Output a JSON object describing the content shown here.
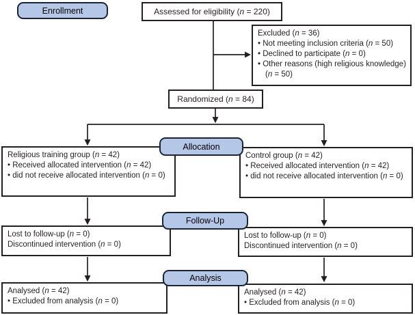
{
  "diagram": {
    "type": "consort-flow",
    "stage_labels": {
      "enrollment": "Enrollment",
      "allocation": "Allocation",
      "followup": "Follow-Up",
      "analysis": "Analysis"
    },
    "boxes": {
      "assessed": {
        "text": "Assessed for eligibility (n = 220)"
      },
      "excluded": {
        "title": "Excluded (n = 36)",
        "bullets": [
          "Not meeting inclusion criteria (n = 50)",
          "Declined to participate (n = 0)",
          "Other reasons (high religious knowledge) (n = 50)"
        ]
      },
      "randomized": {
        "text": "Randomized (n = 84)"
      },
      "allocation_left": {
        "title": "Religious training group (n = 42)",
        "bullets": [
          "Received allocated intervention (n = 42)",
          "did not receive allocated intervention (n = 0)"
        ]
      },
      "allocation_right": {
        "title": "Control group (n = 42)",
        "bullets": [
          "Received allocated intervention (n = 42)",
          "did not receive allocated intervention (n = 0)"
        ]
      },
      "followup_left": {
        "line1": "Lost to follow-up (n = 0)",
        "line2": "Discontinued intervention (n = 0)"
      },
      "followup_right": {
        "line1": "Lost to follow-up (n = 0)",
        "line2": "Discontinued intervention (n = 0)"
      },
      "analysis_left": {
        "title": "Analysed (n = 42)",
        "bullets": [
          "Excluded from analysis (n = 0)"
        ]
      },
      "analysis_right": {
        "title": "Analysed (n = 42)",
        "bullets": [
          "Excluded from analysis (n = 0)"
        ]
      }
    },
    "colors": {
      "stage_fill": "#b4c7e7",
      "stage_border": "#1b2435",
      "box_border": "#231f20",
      "line": "#231f20",
      "background": "#ffffff"
    }
  }
}
